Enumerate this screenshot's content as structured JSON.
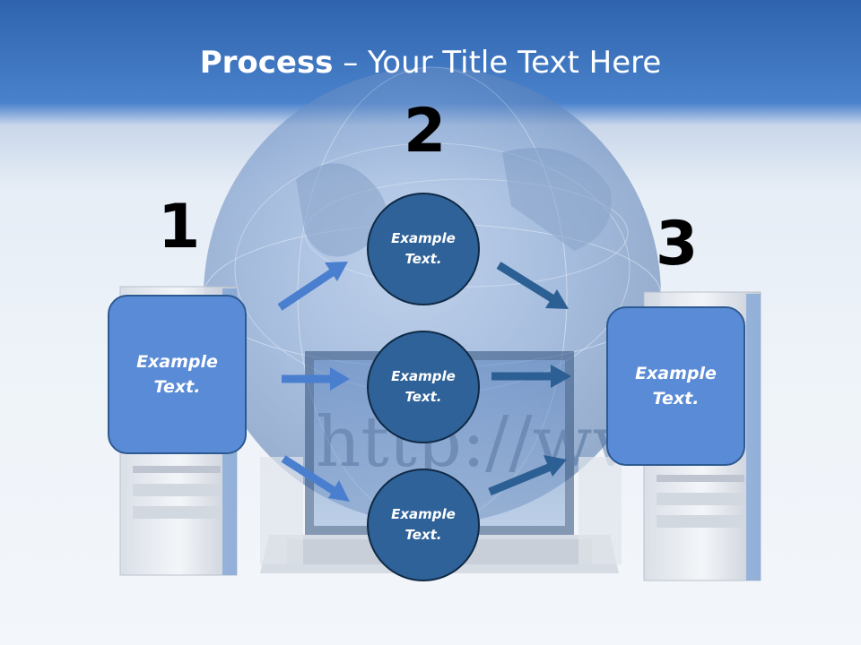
{
  "title": {
    "bold": "Process",
    "rest": " – Your Title Text Here"
  },
  "steps": {
    "one": "1",
    "two": "2",
    "three": "3"
  },
  "left_box": {
    "text": "Example Text."
  },
  "right_box": {
    "text": "Example Text."
  },
  "circles": [
    {
      "text": "Example Text."
    },
    {
      "text": "Example Text."
    },
    {
      "text": "Example Text."
    }
  ],
  "background_text": "http://ww",
  "colors": {
    "header": "#3a6fbd",
    "box": "#5a8bd6",
    "circle": "#2f6298",
    "arrow_light": "#4a7fd0",
    "arrow_dark": "#2c5f94"
  }
}
